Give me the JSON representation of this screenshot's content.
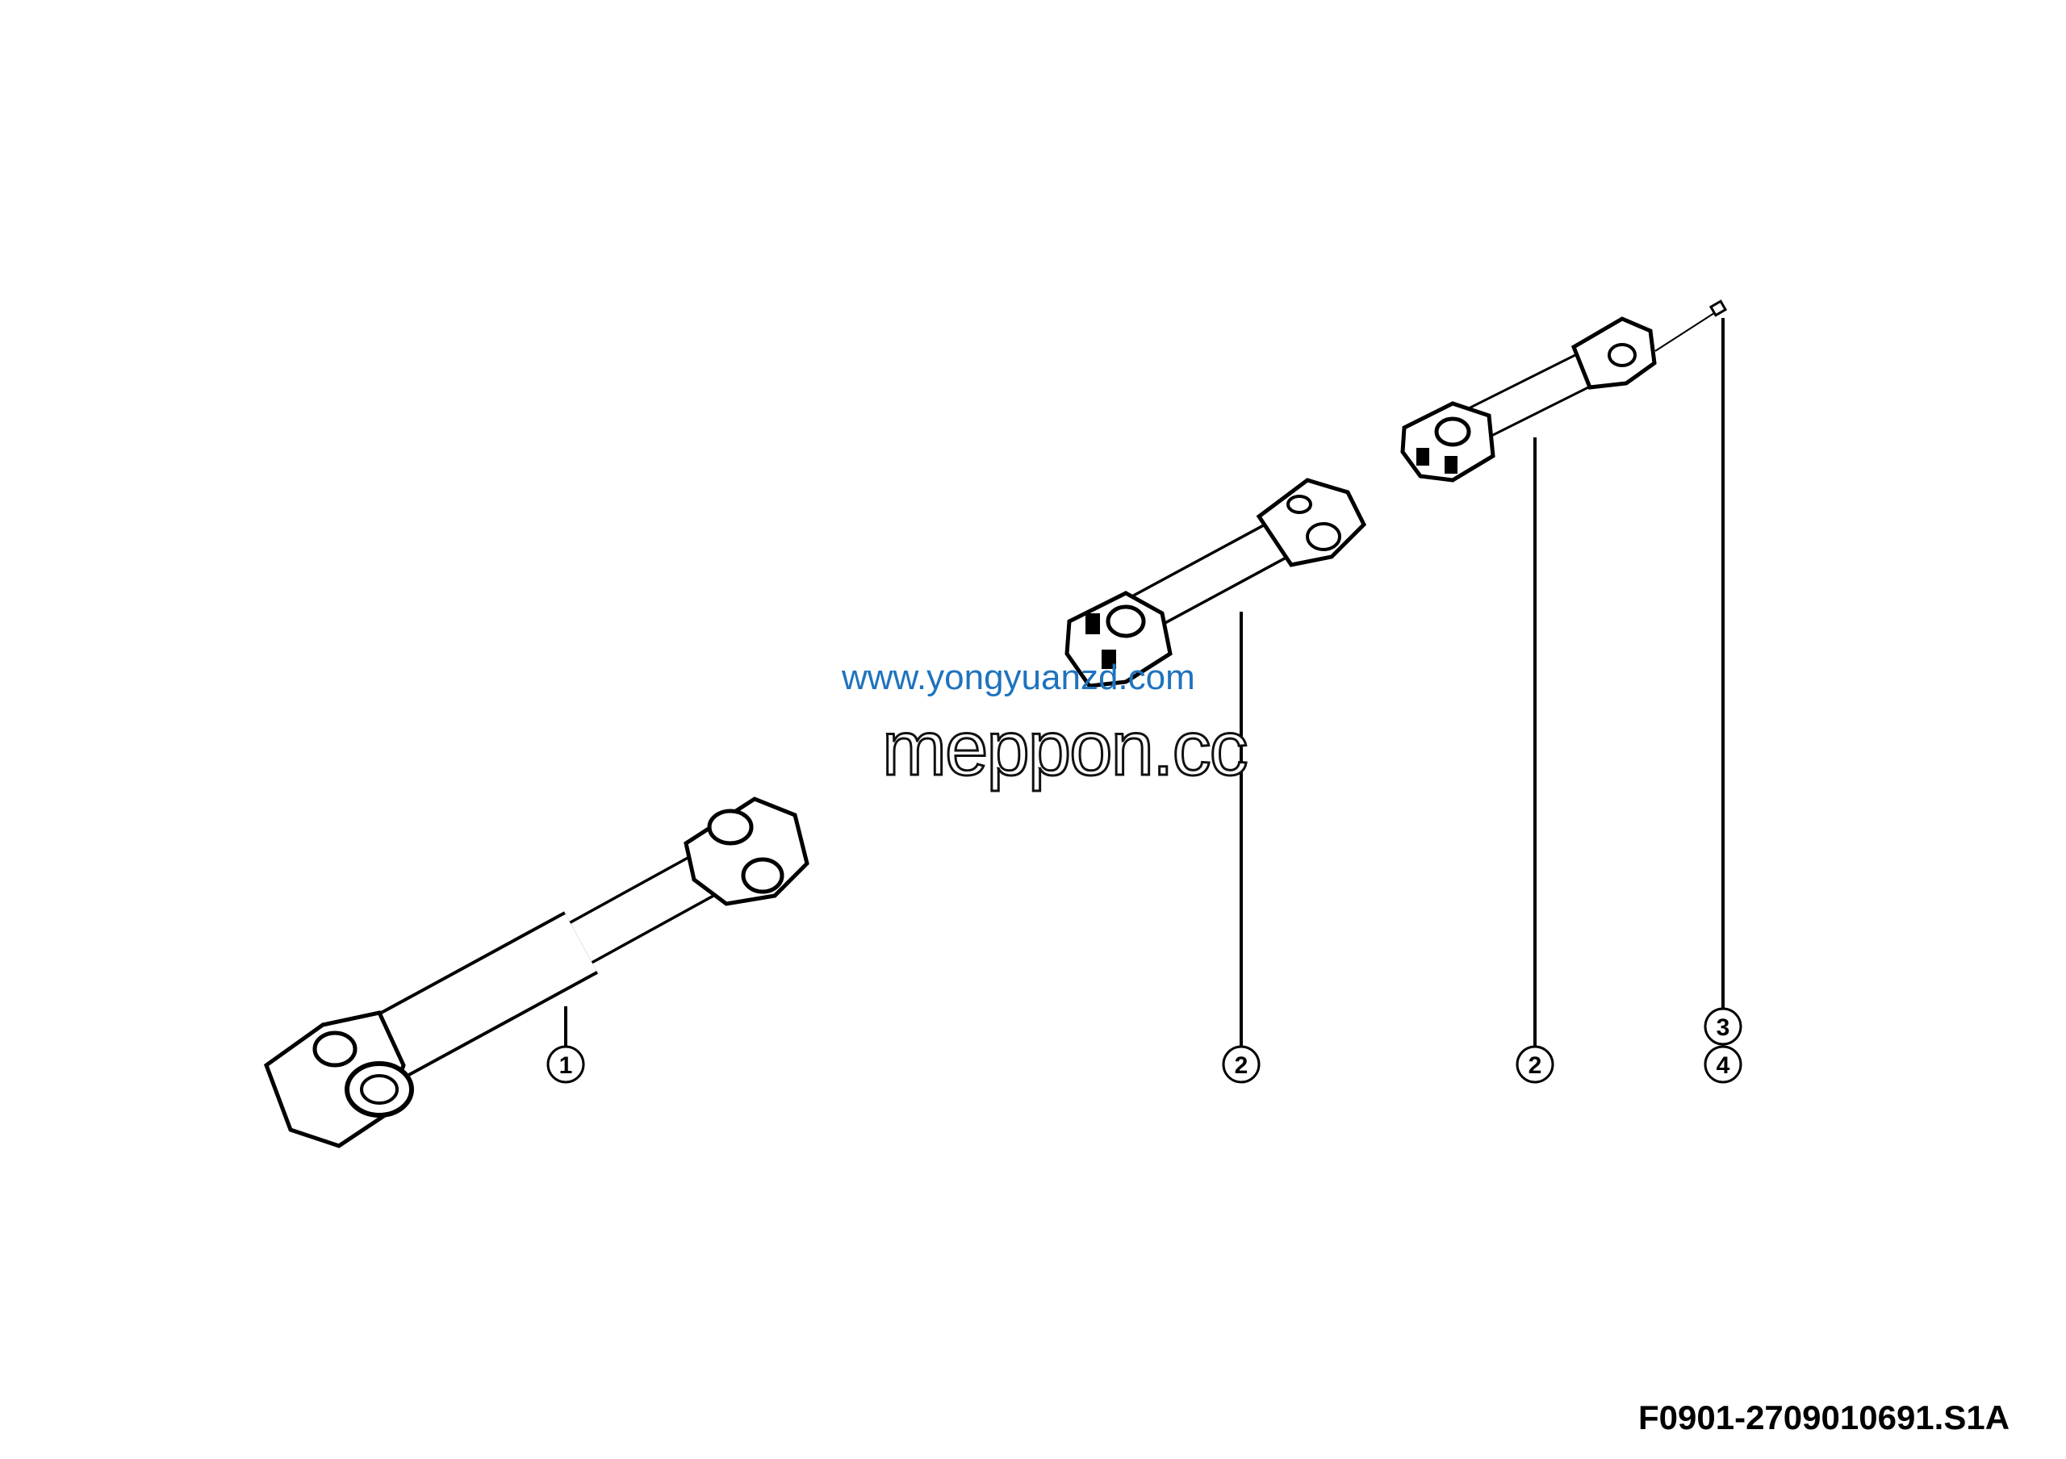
{
  "diagram": {
    "callouts": [
      {
        "label": "1"
      },
      {
        "label": "2"
      },
      {
        "label": "2"
      },
      {
        "label": "3"
      },
      {
        "label": "4"
      }
    ],
    "watermark_outline": "meppon.cc",
    "watermark_url": "www.yongyuanzd.com",
    "figure_code": "F0901-2709010691.S1A"
  }
}
